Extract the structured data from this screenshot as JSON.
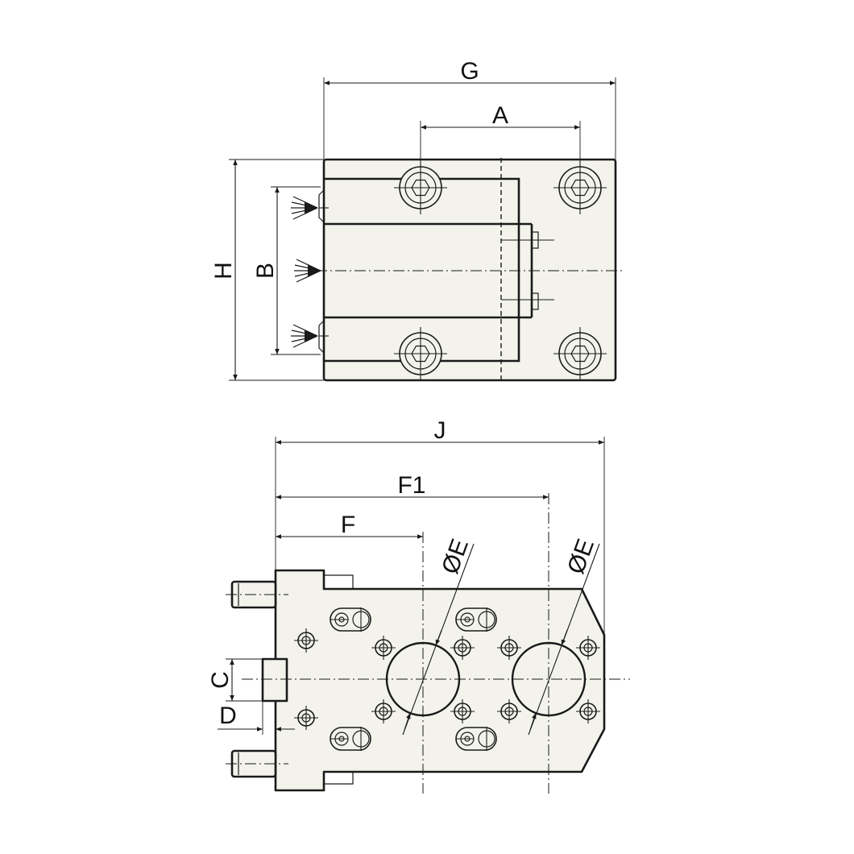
{
  "labels": {
    "G": "G",
    "A": "A",
    "H": "H",
    "B": "B",
    "J": "J",
    "F1": "F1",
    "F": "F",
    "E1": "ØE",
    "E2": "ØE",
    "C": "C",
    "D": "D"
  },
  "colors": {
    "part_fill": "#f3f3ec",
    "line": "#1a1a1a"
  },
  "icons": {
    "arrow": "dimension-arrow",
    "hex_socket": "hex-socket-bolt-icon",
    "coolant": "coolant-nozzle-icon"
  }
}
